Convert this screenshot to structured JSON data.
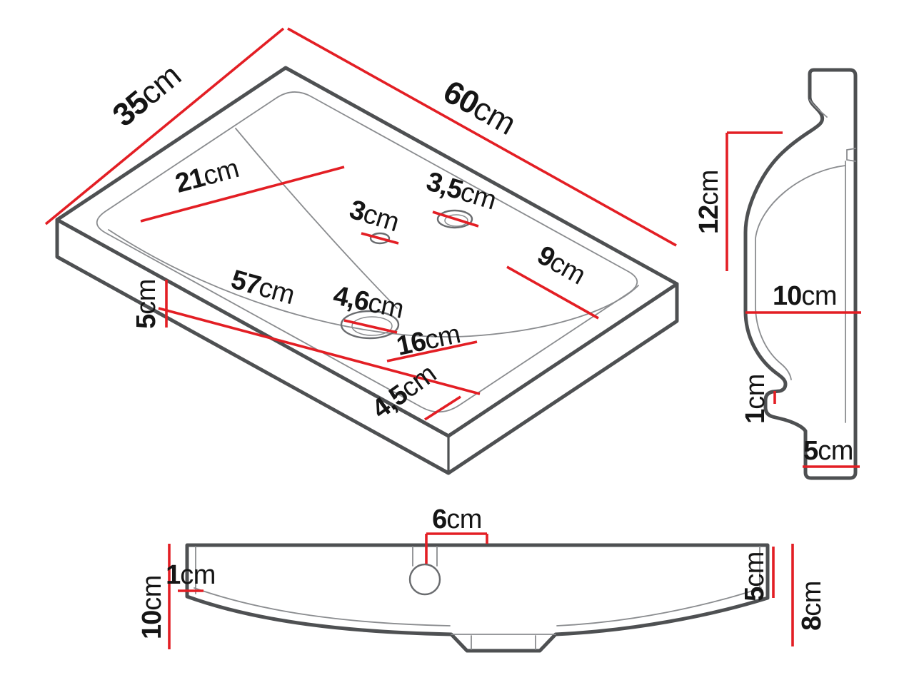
{
  "page": {
    "background": "#ffffff"
  },
  "colors": {
    "outline": "#4e5052",
    "detail": "#8a8c8f",
    "dimension": "#e31e24",
    "text": "#151515"
  },
  "views": {
    "iso": {
      "label": "perspective-view",
      "dims": {
        "depth": {
          "value": "35",
          "unit": "cm"
        },
        "width": {
          "value": "60",
          "unit": "cm"
        },
        "basin_depth": {
          "value": "21",
          "unit": "cm"
        },
        "basin_width": {
          "value": "57",
          "unit": "cm"
        },
        "front_height": {
          "value": "5",
          "unit": "cm"
        },
        "small_hole": {
          "value": "3",
          "unit": "cm"
        },
        "faucet_hole": {
          "value": "3,5",
          "unit": "cm"
        },
        "faucet_edge_offset": {
          "value": "9",
          "unit": "cm"
        },
        "drain_hole": {
          "value": "4,6",
          "unit": "cm"
        },
        "drain_offset": {
          "value": "16",
          "unit": "cm"
        },
        "front_rim": {
          "value": "4,5",
          "unit": "cm"
        }
      }
    },
    "side": {
      "label": "side-view",
      "dims": {
        "top_depth": {
          "value": "12",
          "unit": "cm"
        },
        "height": {
          "value": "10",
          "unit": "cm"
        },
        "lip": {
          "value": "1",
          "unit": "cm"
        },
        "apron": {
          "value": "5",
          "unit": "cm"
        }
      }
    },
    "front": {
      "label": "front-view",
      "dims": {
        "faucet_offset": {
          "value": "6",
          "unit": "cm"
        },
        "rim": {
          "value": "1",
          "unit": "cm"
        },
        "height": {
          "value": "10",
          "unit": "cm"
        },
        "apron": {
          "value": "5",
          "unit": "cm"
        },
        "basin_height": {
          "value": "8",
          "unit": "cm"
        }
      }
    }
  }
}
